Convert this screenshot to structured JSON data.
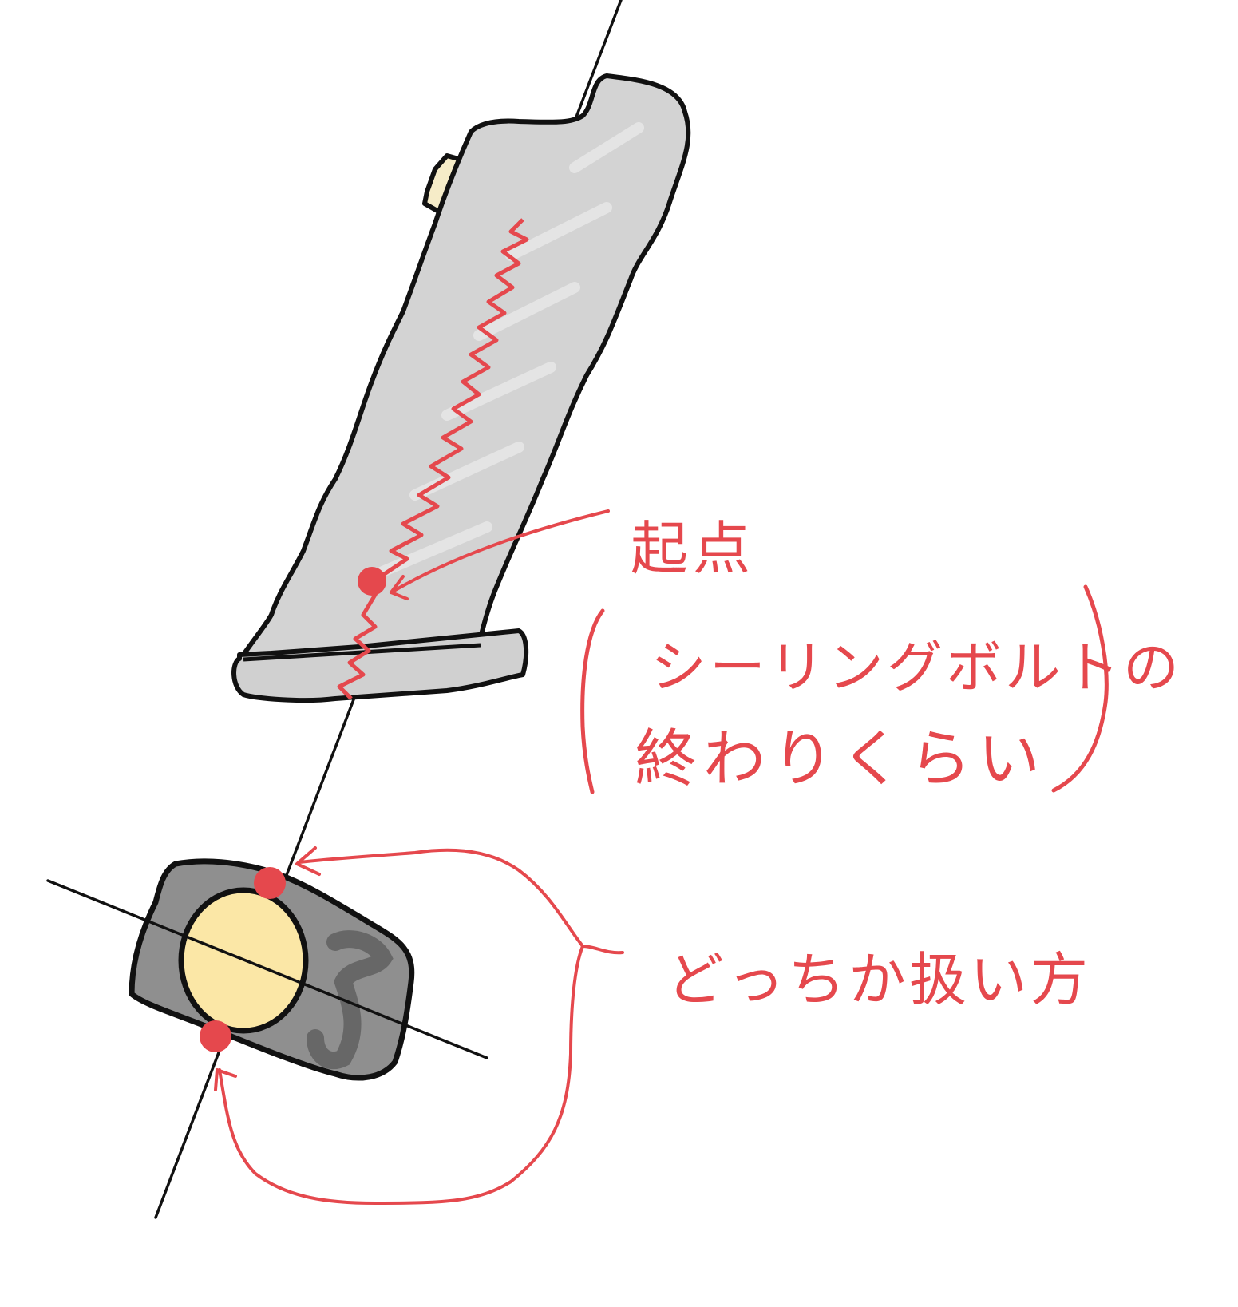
{
  "diagram": {
    "type": "hand-drawn sketch",
    "colors": {
      "annotation_red": "#e5484d",
      "outline_black": "#111111",
      "part_light_gray": "#d3d3d3",
      "part_dark_gray": "#8a8a8a",
      "hole_yellow": "#fbe7a6",
      "tab_cream": "#f6ecc8",
      "background": "#ffffff"
    },
    "elements": {
      "upper_part": "elongated light-gray part tilted along the axis line",
      "flange": "horizontal flange at the base of the upper part",
      "bottom_block": "dark-gray block with a yellow circular hole",
      "axis_line": "long black diagonal centerline",
      "cross_line": "black line crossing the hole center",
      "zigzag": "red zigzag path along the axis inside the upper part",
      "start_dot": "red dot marking the start point",
      "hole_points": [
        "top intersection point",
        "bottom intersection point"
      ]
    }
  },
  "annotations": {
    "start_point": "起点",
    "note_line_1": "シーリングボルトの",
    "note_line_2": "終わりくらい",
    "note_open_paren": "(",
    "note_close_paren": ")",
    "choice": "どっちか扱い方"
  }
}
